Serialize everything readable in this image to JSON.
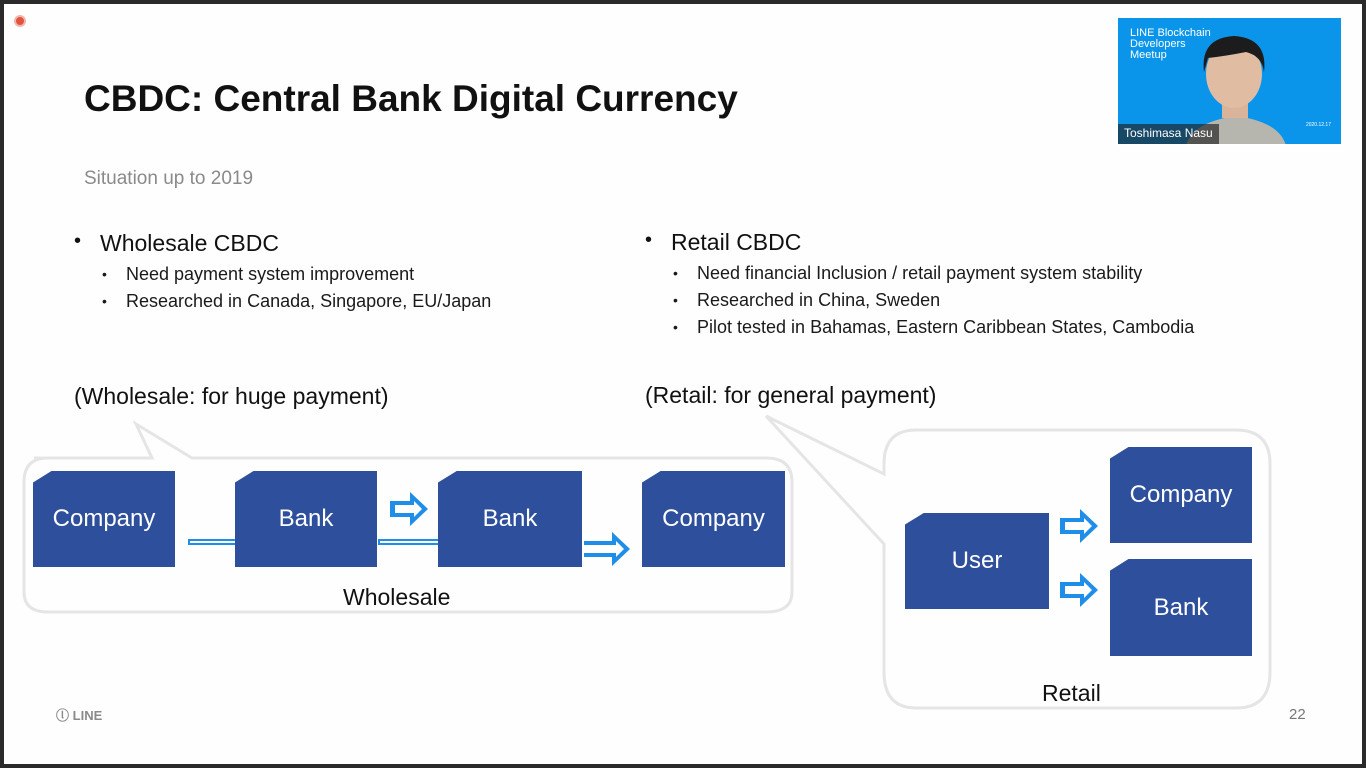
{
  "title": "CBDC: Central Bank Digital Currency",
  "subtitle": "Situation up to 2019",
  "wholesale": {
    "heading": "Wholesale CBDC",
    "bullets": [
      "Need payment system improvement",
      "Researched in Canada, Singapore, EU/Japan"
    ],
    "caption": "(Wholesale: for huge payment)",
    "diagram": {
      "boxes": [
        "Company",
        "Bank",
        "Bank",
        "Company"
      ],
      "label": "Wholesale"
    }
  },
  "retail": {
    "heading": "Retail CBDC",
    "bullets": [
      "Need financial Inclusion / retail payment system stability",
      "Researched in China, Sweden",
      "Pilot tested in Bahamas, Eastern Caribbean States, Cambodia"
    ],
    "caption": "(Retail: for general payment)",
    "diagram": {
      "boxes": [
        "User",
        "Company",
        "Bank"
      ],
      "label": "Retail"
    }
  },
  "footer": {
    "logo": "LINE",
    "page": "22"
  },
  "video": {
    "title": "LINE Blockchain\nDevelopers\nMeetup",
    "date": "2020.12.17",
    "speaker": "Toshimasa Nasu"
  },
  "colors": {
    "box": "#2e4f9c",
    "arrow": "#1f8ee8",
    "video_bg": "#0a95ea"
  }
}
